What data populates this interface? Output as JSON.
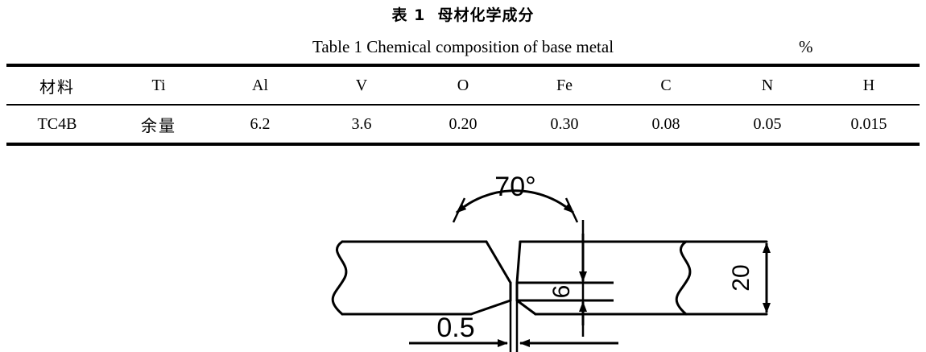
{
  "table": {
    "title_cn": "表 1  母材化学成分",
    "title_en": "Table 1 Chemical composition of base metal",
    "unit": "%",
    "columns": [
      "材料",
      "Ti",
      "Al",
      "V",
      "O",
      "Fe",
      "C",
      "N",
      "H"
    ],
    "rows": [
      [
        "TC4B",
        "余量",
        "6.2",
        "3.6",
        "0.20",
        "0.30",
        "0.08",
        "0.05",
        "0.015"
      ]
    ]
  },
  "figure": {
    "type": "weld-joint-groove-cross-section",
    "dimensions": {
      "groove_angle": "70°",
      "root_face_depth": "6",
      "plate_thickness": "20",
      "root_gap": "0.5"
    }
  }
}
